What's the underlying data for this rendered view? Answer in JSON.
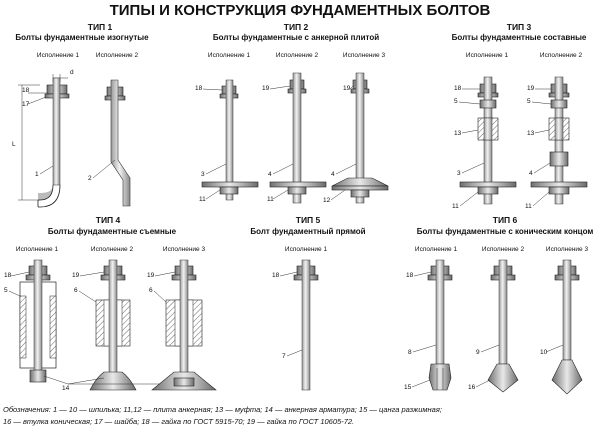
{
  "title": "ТИПЫ И КОНСТРУКЦИЯ ФУНДАМЕНТНЫХ БОЛТОВ",
  "types": [
    {
      "label": "ТИП 1",
      "name": "Болты фундаментные изогнутые",
      "variants": [
        "Исполнение 1",
        "Исполнение 2"
      ]
    },
    {
      "label": "ТИП 2",
      "name": "Болты фундаментные с анкерной плитой",
      "variants": [
        "Исполнение 1",
        "Исполнение 2",
        "Исполнение 3"
      ]
    },
    {
      "label": "ТИП 3",
      "name": "Болты фундаментные составные",
      "variants": [
        "Исполнение 1",
        "Исполнение 2"
      ]
    },
    {
      "label": "ТИП 4",
      "name": "Болты фундаментные съемные",
      "variants": [
        "Исполнение 1",
        "Исполнение 2",
        "Исполнение 3"
      ]
    },
    {
      "label": "ТИП 5",
      "name": "Болт фундаментный прямой",
      "variants": [
        "Исполнение 1"
      ]
    },
    {
      "label": "ТИП 6",
      "name": "Болты фундаментные с коническим концом",
      "variants": [
        "Исполнение 1",
        "Исполнение 2",
        "Исполнение 3"
      ]
    }
  ],
  "dims": {
    "d": "d",
    "L": "L"
  },
  "callouts": {
    "t1": [
      "18",
      "17",
      "1",
      "2"
    ],
    "t2": [
      "18",
      "19",
      "19",
      "3",
      "4",
      "4",
      "11",
      "11",
      "12"
    ],
    "t3": [
      "18",
      "19",
      "5",
      "5",
      "13",
      "13",
      "3",
      "4",
      "11",
      "11"
    ],
    "t4": [
      "18",
      "19",
      "19",
      "5",
      "6",
      "6",
      "14"
    ],
    "t5": [
      "18",
      "7"
    ],
    "t6": [
      "18",
      "8",
      "9",
      "10",
      "15",
      "16"
    ]
  },
  "legend": {
    "line1": "Обозначения: 1 — 10 — шпилька; 11,12 — плита анкерная; 13 — муфта; 14 — анкерная арматура; 15 — цанга разжимная;",
    "line2": "16 — втулка коническая; 17 — шайба; 18 — гайка по ГОСТ 5915-70; 19 — гайка по ГОСТ 10605-72."
  }
}
